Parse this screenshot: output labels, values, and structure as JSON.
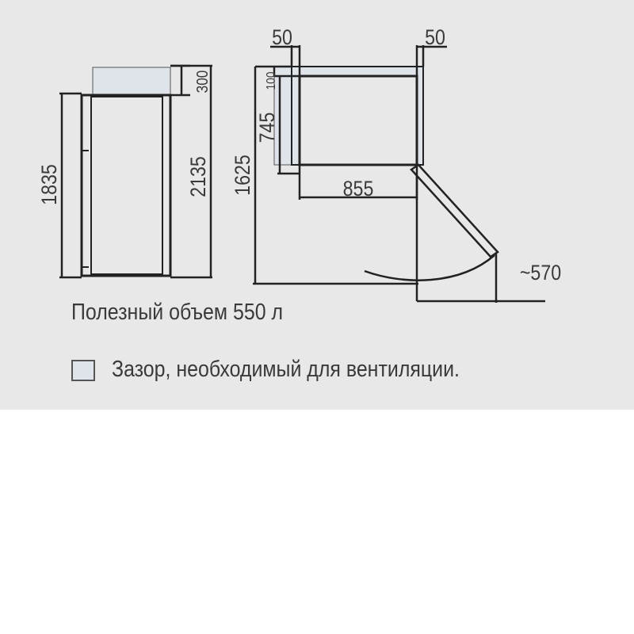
{
  "diagram": {
    "front_view": {
      "height_label": "1835",
      "height_with_gap_label": "2135",
      "top_gap_label": "300"
    },
    "top_view": {
      "left_gap_label": "50",
      "right_gap_label": "50",
      "back_gap_label": "100",
      "depth_label": "745",
      "depth_with_door_label": "1625",
      "width_label": "855",
      "door_swing_label": "~570"
    }
  },
  "volume_caption": "Полезный объем 550 л",
  "legend": {
    "text": "Зазор, необходимый для вентиляции.",
    "swatch_color": "#dfe3ea"
  },
  "colors": {
    "panel_background": "#e8e8e8",
    "line": "#222222",
    "gap_fill": "#dfe3ea"
  }
}
